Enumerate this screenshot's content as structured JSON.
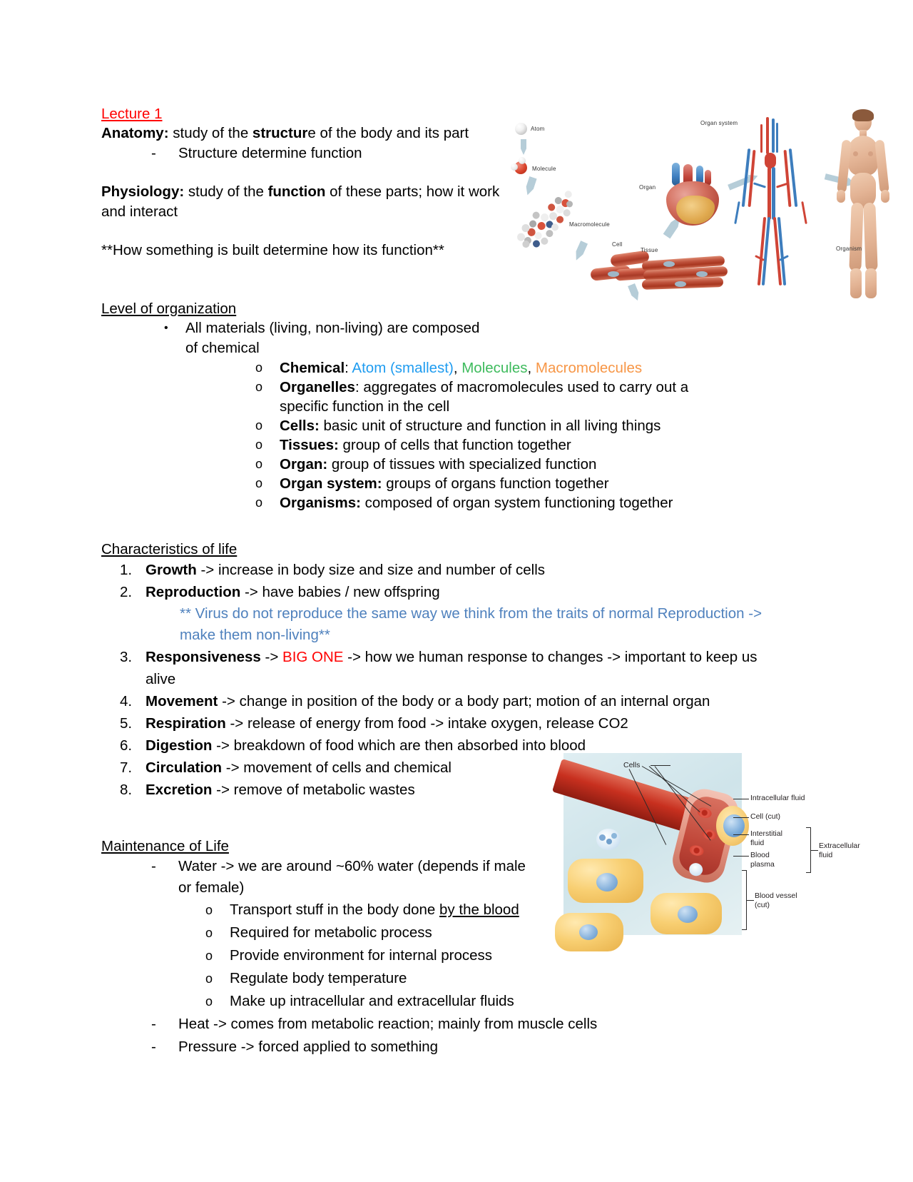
{
  "document": {
    "title": "Lecture 1"
  },
  "lecture": {
    "title": "Lecture 1",
    "anatomy": {
      "term": "Anatomy:",
      "rest_a": " study of the ",
      "bold_word": "structur",
      "rest_b": "e of the body and its part",
      "sub": "Structure determine function",
      "dash": "-"
    },
    "physiology": {
      "term": "Physiology:",
      "rest_a": " study of the ",
      "bold_word": "function",
      "rest_b": " of these parts; how it work and interact"
    },
    "emphasis": "**How something is built determine how its function**"
  },
  "level_of_organization": {
    "heading": "Level of organization",
    "bullet_mark": "•",
    "intro": "All materials (living, non-living) are composed of chemical",
    "o_mark": "o",
    "items": [
      {
        "term": "Chemical",
        "colon": ": ",
        "atom": "Atom (smallest)",
        "sep1": ", ",
        "molecules": "Molecules",
        "sep2": ", ",
        "macromolecules": "Macromolecules"
      },
      {
        "term": "Organelles",
        "rest": ": aggregates of macromolecules used to carry out a specific function in the cell"
      },
      {
        "term": "Cells:",
        "rest": " basic unit of structure and function in all living things"
      },
      {
        "term": "Tissues:",
        "rest": " group of cells that function together"
      },
      {
        "term": "Organ:",
        "rest": " group of tissues with specialized function"
      },
      {
        "term": "Organ system:",
        "rest": " groups of organs function together"
      },
      {
        "term": "Organisms:",
        "rest": " composed of organ system functioning together"
      }
    ]
  },
  "characteristics_of_life": {
    "heading": "Characteristics of life",
    "items": [
      {
        "num": "1.",
        "term": "Growth",
        "rest": " -> increase in body size and size and number of cells"
      },
      {
        "num": "2.",
        "term": "Reproduction",
        "rest": " -> have babies / new offspring"
      },
      {
        "num": "3.",
        "term": "Responsiveness",
        "rest_a": " -> ",
        "highlight": "BIG ONE",
        "rest_b": " -> how we human response to changes -> important to keep us alive"
      },
      {
        "num": "4.",
        "term": "Movement",
        "rest": " -> change in position of the body or a body part; motion of an internal organ"
      },
      {
        "num": "5.",
        "term": "Respiration",
        "rest": " -> release of energy from food -> intake oxygen, release CO2"
      },
      {
        "num": "6.",
        "term": "Digestion",
        "rest": " -> breakdown of food which are then absorbed into blood"
      },
      {
        "num": "7.",
        "term": "Circulation",
        "rest": " -> movement of cells and chemical"
      },
      {
        "num": "8.",
        "term": "Excretion",
        "rest": " -> remove of metabolic wastes"
      }
    ],
    "virus_note": "** Virus do not reproduce the same way we think from the traits of normal Reproduction -> make them non-living**"
  },
  "maintenance_of_life": {
    "heading": "Maintenance of Life",
    "dash": "-",
    "o_mark": "o",
    "water": {
      "text": "Water -> we are around ~60% water (depends if male or female)",
      "sub_items": [
        {
          "pre": "Transport stuff in the body done ",
          "underline": "by the blood"
        },
        {
          "pre": "Required for metabolic process",
          "underline": ""
        },
        {
          "pre": "Provide environment for internal process",
          "underline": ""
        },
        {
          "pre": "Regulate body temperature",
          "underline": ""
        },
        {
          "pre": "Make up intracellular and extracellular fluids",
          "underline": ""
        }
      ]
    },
    "heat": "Heat -> comes from metabolic reaction; mainly from muscle cells",
    "pressure": "Pressure -> forced applied to something"
  },
  "figure_organization": {
    "alt": "levels-of-organization-diagram",
    "labels": {
      "atom": "Atom",
      "molecule": "Molecule",
      "macromolecule": "Macromolecule",
      "cell": "Cell",
      "tissue": "Tissue",
      "organ": "Organ",
      "organ_system": "Organ system",
      "organism": "Organism"
    }
  },
  "figure_fluids": {
    "alt": "body-fluid-compartments-diagram",
    "labels": {
      "cells": "Cells",
      "intracellular_fluid": "Intracellular fluid",
      "cell_cut": "Cell (cut)",
      "interstitial_fluid_1": "Interstitial",
      "interstitial_fluid_2": "fluid",
      "blood_plasma_1": "Blood",
      "blood_plasma_2": "plasma",
      "extracellular_1": "Extracellular",
      "extracellular_2": "fluid",
      "blood_vessel_1": "Blood vessel",
      "blood_vessel_2": "(cut)"
    }
  },
  "colors": {
    "title_red": "#ff0000",
    "highlight_red": "#ff0000",
    "note_blue": "#4f81bd",
    "atom_blue": "#1f9cf0",
    "molecules_green": "#3ebb5d",
    "macromolecules_orange": "#f79646"
  }
}
